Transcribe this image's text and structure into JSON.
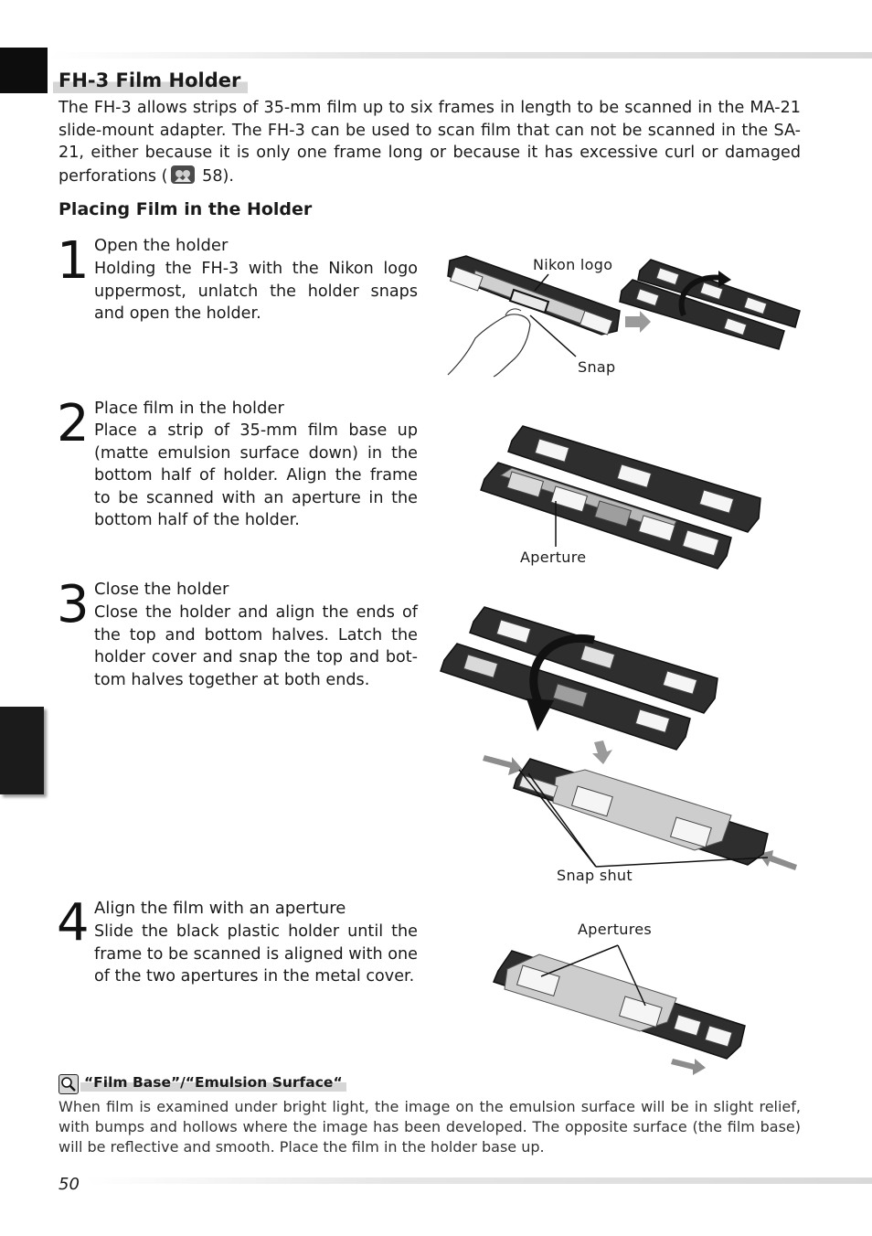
{
  "header": {
    "title": "FH-3 Film Holder"
  },
  "intro": {
    "text_before_icon": "The FH-3 allows strips of 35-mm film up to six frames in length to be scanned in the MA-21 slide-mount adapter.  The FH-3 can be used to scan film that can not be scanned in the SA-21, either because it is only one frame long or because it has excessive curl or damaged perforations (",
    "ref_icon": "reference-page-icon",
    "text_after_icon": " 58)."
  },
  "subheading": "Placing Film in the Holder",
  "steps": [
    {
      "number": "1",
      "title": "Open the holder",
      "body": "Holding the FH-3 with the Nikon logo uppermost, unlatch the holder snaps and open the holder.",
      "labels": [
        "Nikon logo",
        "Snap"
      ]
    },
    {
      "number": "2",
      "title": "Place film in the holder",
      "body": "Place a strip of 35-mm film base up (matte emulsion surface down) in the bottom half of holder.  Align the frame to be scanned with an aperture in the bottom half of the holder.",
      "labels": [
        "Aperture"
      ]
    },
    {
      "number": "3",
      "title": "Close the holder",
      "body": "Close the holder and align the ends of the top and bottom halves.  Latch the holder cover and snap the top and bot-tom halves together at both ends.",
      "labels": [
        "Snap shut"
      ]
    },
    {
      "number": "4",
      "title": "Align the film with an aperture",
      "body": "Slide the black plastic holder until the frame to be scanned is aligned with one of the two apertures in the metal cover.",
      "labels": [
        "Apertures"
      ]
    }
  ],
  "tip": {
    "icon": "magnifier-tip-icon",
    "title": "“Film Base”/“Emulsion Surface“",
    "body": "When film is examined under bright light, the image on the emulsion surface will be in slight relief, with bumps and hollows where the image has been developed.  The opposite surface (the film base) will be reflective and smooth.  Place the film in the holder base up."
  },
  "footer": {
    "page_number": "50"
  }
}
